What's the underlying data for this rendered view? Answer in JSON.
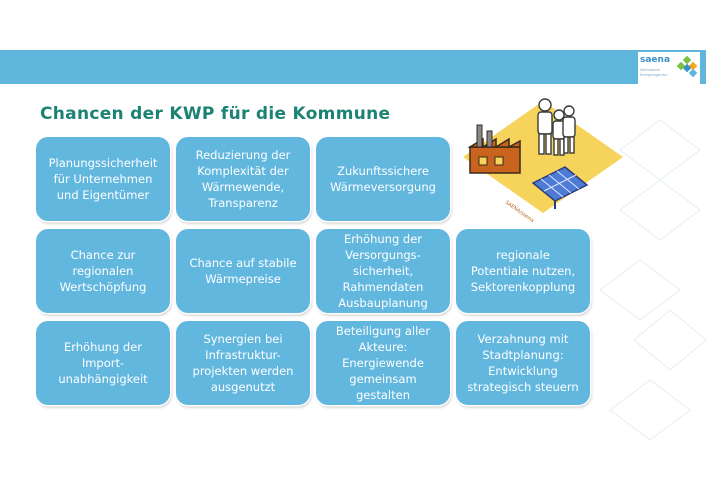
{
  "logo": {
    "name": "saena",
    "tagline1": "Sächsische",
    "tagline2": "Energieagentur"
  },
  "colors": {
    "banner": "#5fb6dd",
    "card": "#62b7df",
    "title": "#1c8374",
    "illustration_bg": "#f6d35a"
  },
  "title": "Chancen der KWP für die Kommune",
  "cards": [
    {
      "text": "Planungssicherheit\nfür Unternehmen\nund Eigentümer"
    },
    {
      "text": "Reduzierung der\nKomplexität der\nWärmewende,\nTransparenz"
    },
    {
      "text": "Zukunftssichere\nWärmeversorgung"
    },
    {
      "text": "Chance zur\nregionalen\nWertschöpfung"
    },
    {
      "text": "Chance auf stabile\nWärmepreise"
    },
    {
      "text": "Erhöhung der\nVersorgungs-\nsicherheit,\nRahmendaten\nAusbauplanung"
    },
    {
      "text": "regionale\nPotentiale nutzen,\nSektorenkopplung"
    },
    {
      "text": "Erhöhung der\nImport-\nunabhängigkeit"
    },
    {
      "text": "Synergien bei\nInfrastruktur-\nprojekten werden\nausgenutzt"
    },
    {
      "text": "Beteiligung aller\nAkteure:\nEnergiewende\ngemeinsam\ngestalten"
    },
    {
      "text": "Verzahnung mit\nStadtplanung:\nEntwicklung\nstrategisch steuern"
    }
  ],
  "illustration": {
    "icons": [
      "factory-icon",
      "people-icon",
      "solar-panel-icon"
    ],
    "credit": "SAENA/saena"
  }
}
